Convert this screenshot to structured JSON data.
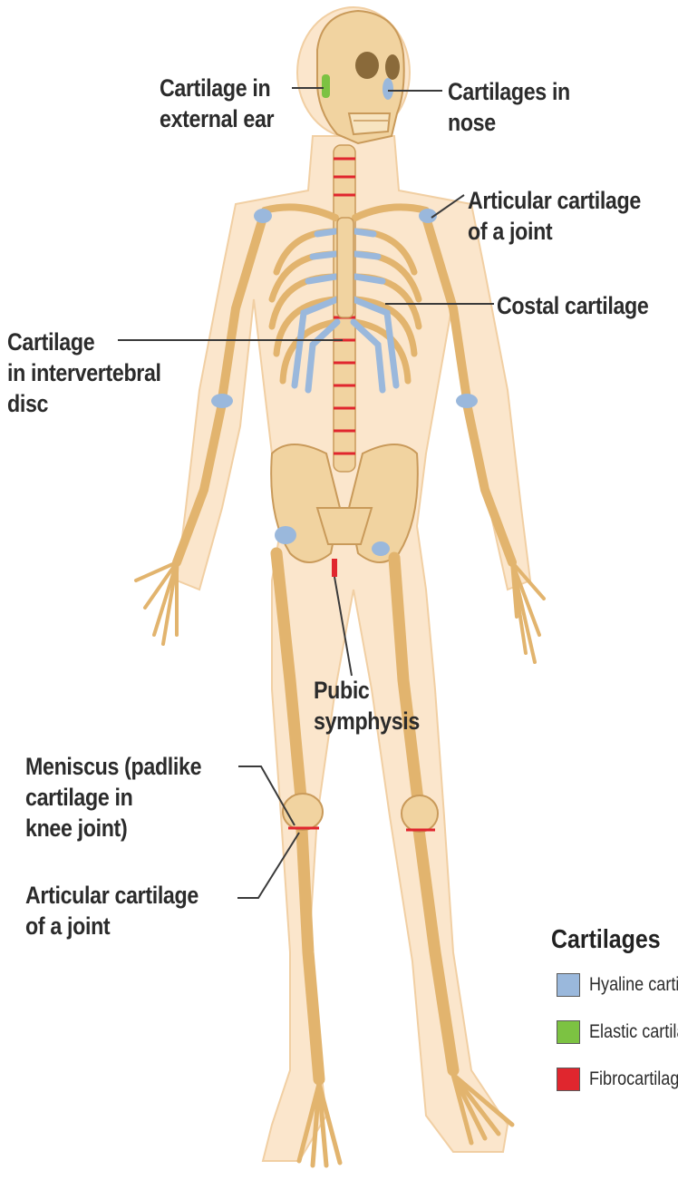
{
  "labels": {
    "ear": "Cartilage in\nexternal ear",
    "nose": "Cartilages in\nnose",
    "articular_shoulder": "Articular cartilage\nof a joint",
    "costal": "Costal cartilage",
    "intervertebral": "Cartilage\nin intervertebral\ndisc",
    "pubic": "Pubic\nsymphysis",
    "meniscus": "Meniscus (padlike\ncartilage in\nknee joint)",
    "articular_knee": "Articular cartilage\nof a joint"
  },
  "legend": {
    "title": "Cartilages",
    "items": [
      {
        "label": "Hyaline cartilages",
        "color": "#9ab8dc"
      },
      {
        "label": "Elastic cartilages",
        "color": "#7cc242"
      },
      {
        "label": "Fibrocartilages",
        "color": "#e0262e"
      }
    ]
  },
  "colors": {
    "bone": "#f1d3a0",
    "bone_stroke": "#c99a5a",
    "body_silhouette": "#fbe6cc",
    "hyaline": "#9ab8dc",
    "elastic": "#7cc242",
    "fibro": "#e0262e",
    "leader_line": "#3a3a3a"
  }
}
